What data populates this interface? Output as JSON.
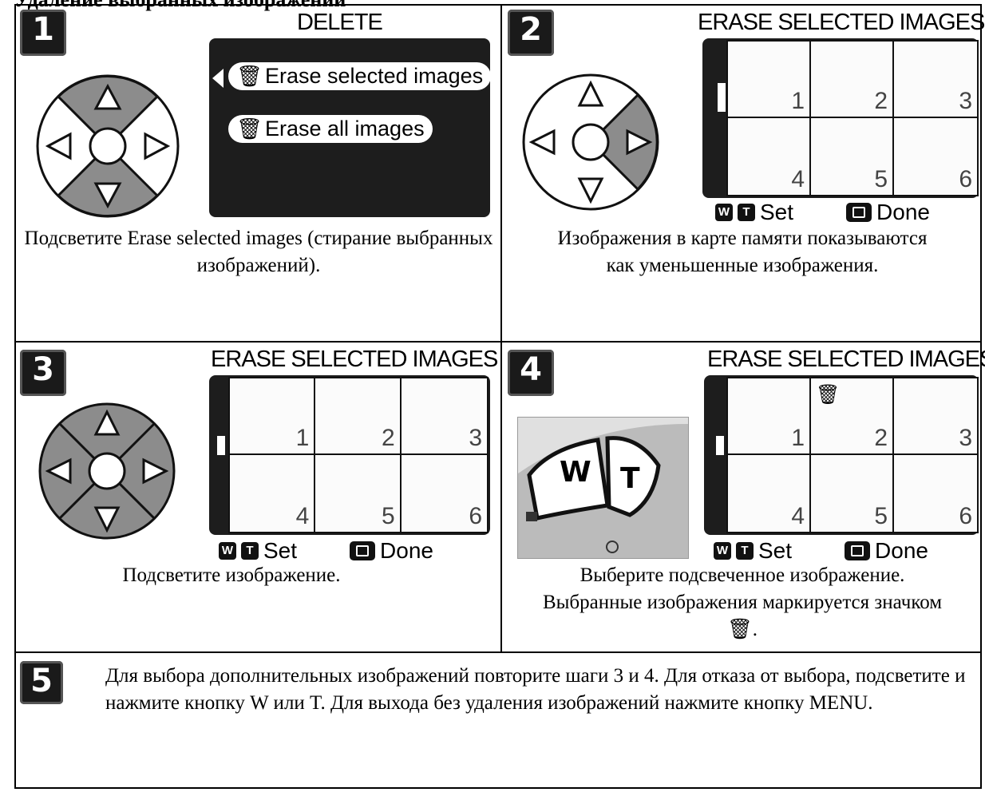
{
  "page_title": "Удаление выбранных изображений",
  "steps": [
    {
      "number": "1",
      "screen_title": "DELETE",
      "menu": [
        "Erase selected images",
        "Erase all images"
      ],
      "caption": "Подсветите Erase selected images (стирание выбранных изображений)."
    },
    {
      "number": "2",
      "screen_title": "ERASE SELECTED IMAGES",
      "thumbs": [
        "1",
        "2",
        "3",
        "4",
        "5",
        "6"
      ],
      "legend": {
        "set": "Set",
        "done": "Done"
      },
      "caption": "Изображения в карте памяти показываются как уменьшенные изображения."
    },
    {
      "number": "3",
      "screen_title": "ERASE SELECTED IMAGES",
      "thumbs": [
        "1",
        "2",
        "3",
        "4",
        "5",
        "6"
      ],
      "legend": {
        "set": "Set",
        "done": "Done"
      },
      "caption": "Подсветите изображение."
    },
    {
      "number": "4",
      "screen_title": "ERASE SELECTED IMAGES",
      "thumbs": [
        "1",
        "2",
        "3",
        "4",
        "5",
        "6"
      ],
      "legend": {
        "set": "Set",
        "done": "Done"
      },
      "zoom_w": "W",
      "zoom_t": "T",
      "caption_line1": "Выберите подсвеченное изображение.",
      "caption_line2": "Выбранные изображения маркируется значком",
      "caption_end": "."
    },
    {
      "number": "5",
      "text": "Для выбора дополнительных изображений повторите шаги 3 и 4. Для отказа от выбора, подсветите и нажмите кнопку W или T. Для выхода без удаления изображений нажмите кнопку MENU."
    }
  ],
  "keys": {
    "w": "W",
    "t": "T"
  },
  "icons": {
    "trash": "trash-icon",
    "trash_glyph": "🗑"
  },
  "colors": {
    "highlight": "#8c8c8c",
    "lcd": "#1d1d1d"
  }
}
